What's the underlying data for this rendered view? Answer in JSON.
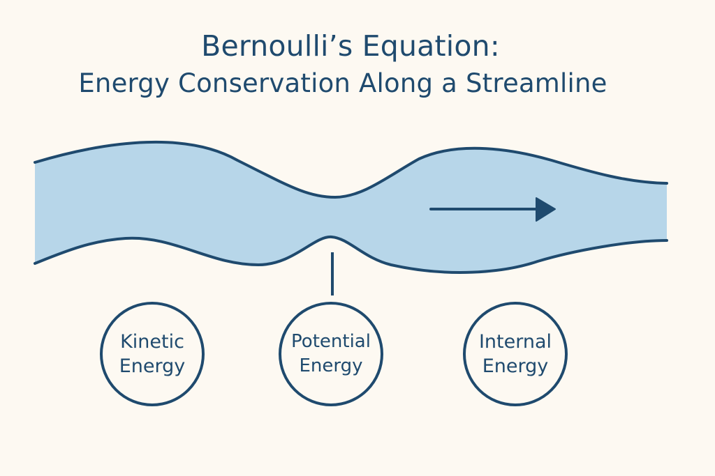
{
  "title": {
    "line1": "Bernoulli’s Equation:",
    "line2": "Energy Conservation Along a Streamline"
  },
  "energies": [
    {
      "line1": "Kinetic",
      "line2": "Energy"
    },
    {
      "line1": "Potential",
      "line2": "Energy"
    },
    {
      "line1": "Internal",
      "line2": "Energy"
    }
  ],
  "colors": {
    "background": "#fdf9f2",
    "fluid": "#b7d6e9",
    "ink": "#1f4a6e"
  },
  "icons": {
    "flow_direction": "arrow-right-icon"
  }
}
